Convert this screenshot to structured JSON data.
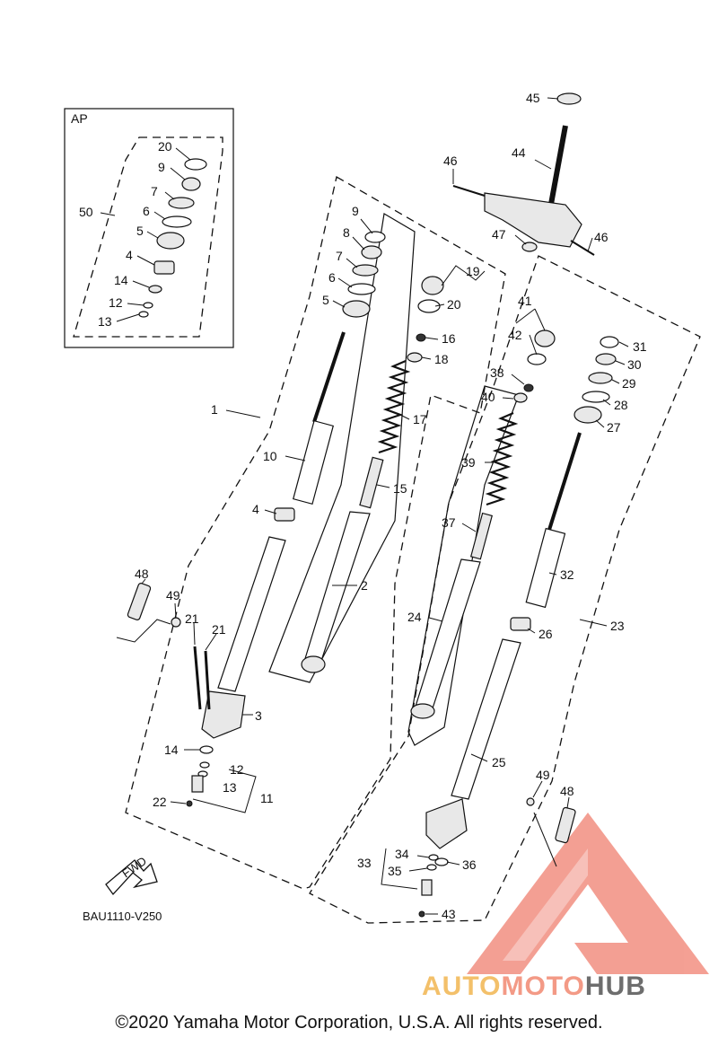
{
  "diagram": {
    "inset_box_label": "AP",
    "diagram_code": "BAU1110-V250",
    "fwd_label": "FWD",
    "copyright": "©2020 Yamaha Motor Corporation, U.S.A. All rights reserved.",
    "watermark": {
      "part1": "AUTO",
      "part2": "MOTO",
      "part3": "HUB",
      "color_a": "#f3c06a",
      "color_m": "#f39a86",
      "color_h": "#6d6d6d",
      "logo_color": "#f08070"
    },
    "labels": {
      "inset": [
        "20",
        "9",
        "7",
        "6",
        "5",
        "4",
        "14",
        "12",
        "13",
        "50"
      ],
      "left": [
        "9",
        "8",
        "7",
        "6",
        "5",
        "1",
        "10",
        "4",
        "2",
        "19",
        "20",
        "16",
        "18",
        "17",
        "15",
        "48",
        "49",
        "21",
        "21",
        "3",
        "14",
        "12",
        "13",
        "11",
        "22"
      ],
      "right": [
        "45",
        "44",
        "46",
        "46",
        "47",
        "41",
        "42",
        "31",
        "30",
        "29",
        "28",
        "27",
        "38",
        "40",
        "39",
        "37",
        "24",
        "32",
        "26",
        "23",
        "25",
        "49",
        "48",
        "33",
        "34",
        "35",
        "36",
        "43"
      ]
    }
  }
}
